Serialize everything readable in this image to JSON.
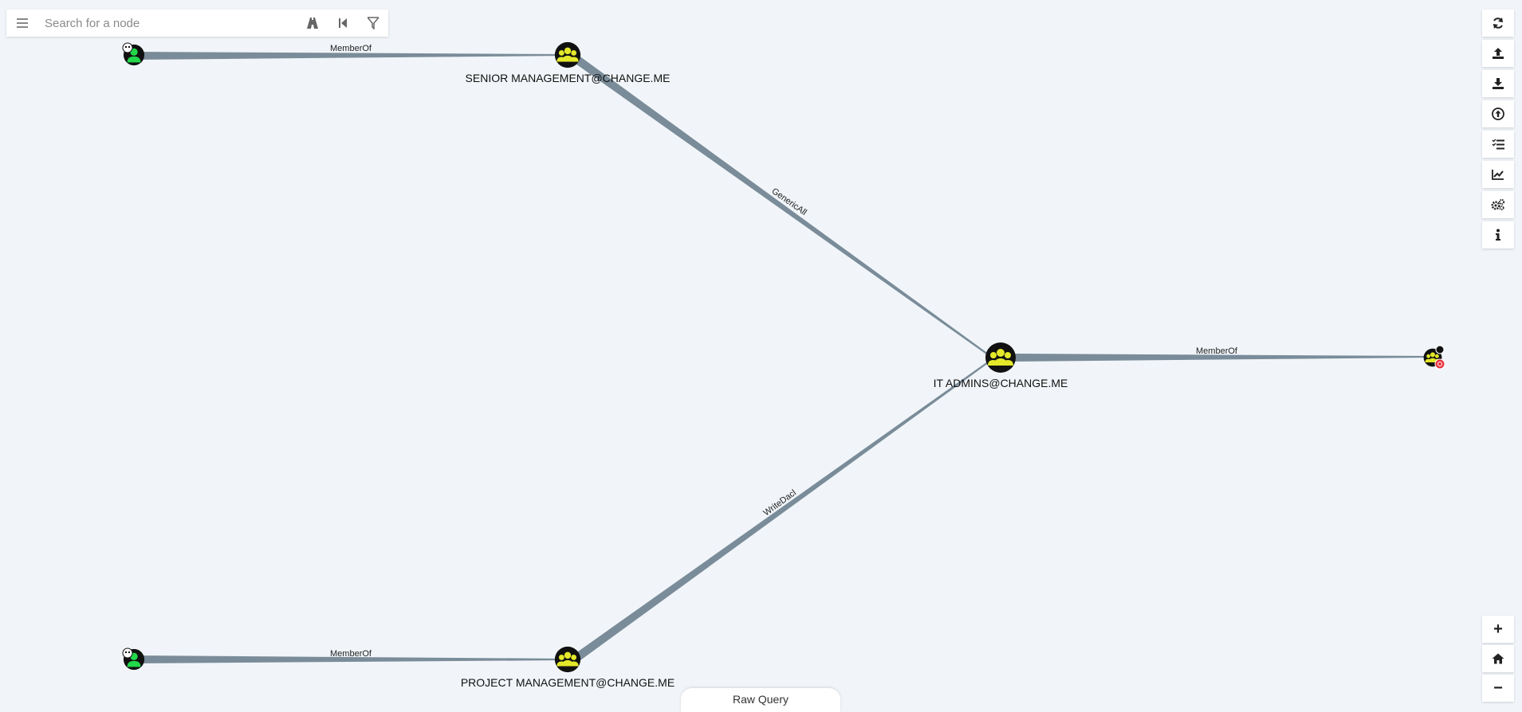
{
  "search": {
    "placeholder": "Search for a node"
  },
  "icons": {
    "menu": "hamburger-icon",
    "pathfinding": "road-icon",
    "back": "step-back-icon",
    "filter": "filter-icon"
  },
  "toolbar": [
    {
      "name": "refresh-button",
      "icon": "refresh-icon"
    },
    {
      "name": "export-button",
      "icon": "upload-icon"
    },
    {
      "name": "import-button",
      "icon": "download-icon"
    },
    {
      "name": "upload-data-button",
      "icon": "upload-circle-icon"
    },
    {
      "name": "queries-button",
      "icon": "list-icon"
    },
    {
      "name": "database-info-button",
      "icon": "chart-icon"
    },
    {
      "name": "settings-button",
      "icon": "gears-icon"
    },
    {
      "name": "about-button",
      "icon": "info-icon"
    }
  ],
  "zoom": {
    "in": "+",
    "out": "−"
  },
  "raw_query": {
    "label": "Raw Query"
  },
  "graph": {
    "nodes": {
      "senior": {
        "label": "SENIOR MANAGEMENT@CHANGE.ME",
        "type": "group"
      },
      "itadmins": {
        "label": "IT ADMINS@CHANGE.ME",
        "type": "group"
      },
      "project": {
        "label": "PROJECT MANAGEMENT@CHANGE.ME",
        "type": "group"
      },
      "user1": {
        "label": "",
        "type": "user"
      },
      "user2": {
        "label": "",
        "type": "user"
      },
      "group_target": {
        "label": "",
        "type": "group-target"
      }
    },
    "edges": [
      {
        "from": "user1",
        "to": "senior",
        "label": "MemberOf"
      },
      {
        "from": "senior",
        "to": "itadmins",
        "label": "GenericAll"
      },
      {
        "from": "project",
        "to": "itadmins",
        "label": "WriteDacl"
      },
      {
        "from": "user2",
        "to": "project",
        "label": "MemberOf"
      },
      {
        "from": "itadmins",
        "to": "group_target",
        "label": "MemberOf"
      }
    ],
    "colors": {
      "edge": "#7a8c99",
      "group": "#e4e82a",
      "user": "#22d84a",
      "node_bg": "#111111",
      "target": "#e8343f"
    }
  }
}
